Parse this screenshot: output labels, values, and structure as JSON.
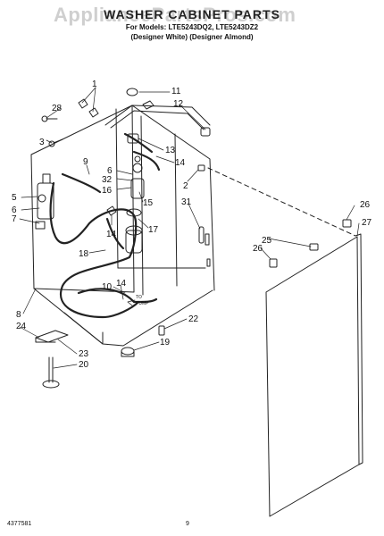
{
  "header": {
    "title": "WASHER CABINET PARTS",
    "subtitle_models": "For Models: LTE5243DQ2, LTE5243DZ2",
    "subtitle_colors": "(Designer White) (Designer Almond)",
    "watermark": "AppliancePartsPros.com"
  },
  "footer": {
    "doc_number": "4377581",
    "page_number": "9"
  },
  "callouts": [
    {
      "id": "c1",
      "label": "1"
    },
    {
      "id": "c11",
      "label": "11"
    },
    {
      "id": "c28",
      "label": "28"
    },
    {
      "id": "c12",
      "label": "12"
    },
    {
      "id": "c3",
      "label": "3"
    },
    {
      "id": "c13",
      "label": "13"
    },
    {
      "id": "c9",
      "label": "9"
    },
    {
      "id": "c14a",
      "label": "14"
    },
    {
      "id": "c6",
      "label": "6"
    },
    {
      "id": "c2",
      "label": "2"
    },
    {
      "id": "c32",
      "label": "32"
    },
    {
      "id": "c16",
      "label": "16"
    },
    {
      "id": "c15",
      "label": "15"
    },
    {
      "id": "c5",
      "label": "5"
    },
    {
      "id": "c31",
      "label": "31"
    },
    {
      "id": "c6b",
      "label": "6"
    },
    {
      "id": "c7",
      "label": "7"
    },
    {
      "id": "c14b",
      "label": "14"
    },
    {
      "id": "c17",
      "label": "17"
    },
    {
      "id": "c26a",
      "label": "26"
    },
    {
      "id": "c27",
      "label": "27"
    },
    {
      "id": "c18",
      "label": "18"
    },
    {
      "id": "c25",
      "label": "25"
    },
    {
      "id": "c26b",
      "label": "26"
    },
    {
      "id": "c10",
      "label": "10"
    },
    {
      "id": "c14c",
      "label": "14"
    },
    {
      "id": "c8",
      "label": "8"
    },
    {
      "id": "c22",
      "label": "22"
    },
    {
      "id": "c24",
      "label": "24"
    },
    {
      "id": "c19",
      "label": "19"
    },
    {
      "id": "c23",
      "label": "23"
    },
    {
      "id": "c20",
      "label": "20"
    }
  ],
  "annotations": {
    "to_pump_line1": "TO",
    "to_pump_line2": "PUMP"
  }
}
